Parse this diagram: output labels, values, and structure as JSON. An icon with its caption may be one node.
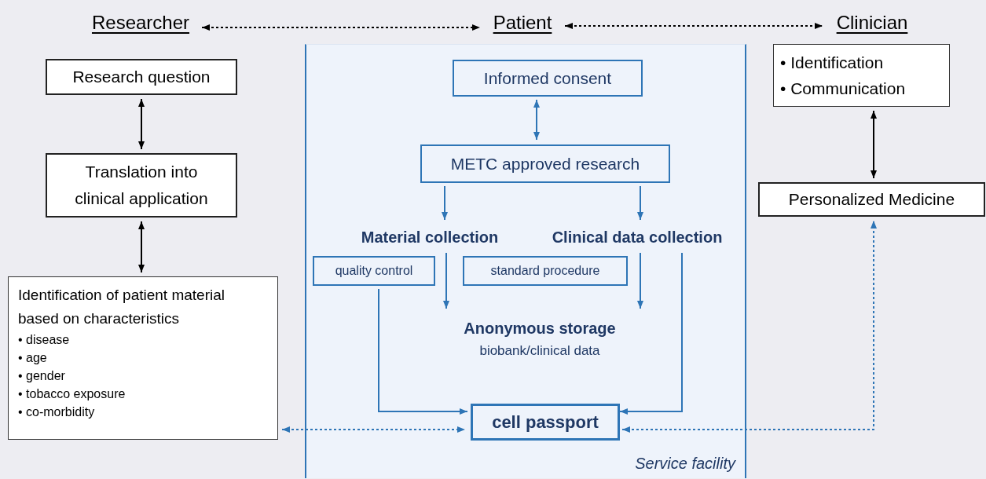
{
  "diagram": {
    "nodes": [
      {
        "text": [
          "Researcher"
        ]
      },
      {
        "text": [
          "Patient"
        ]
      },
      {
        "text": [
          "Clinician"
        ]
      },
      {
        "text": [
          "Research question"
        ]
      },
      {
        "text": [
          "Translation into clinical application"
        ]
      },
      {
        "text": [
          "Identification of patient material based on characteristics",
          "• disease",
          "• age",
          "• gender",
          "• tobacco exposure",
          "• co-morbidity"
        ]
      },
      {
        "text": [
          "Service facility"
        ]
      },
      {
        "text": [
          "Informed consent"
        ],
        "in": 6
      },
      {
        "text": [
          "METC approved research"
        ],
        "in": 6
      },
      {
        "text": [
          "Material collection"
        ],
        "in": 6
      },
      {
        "text": [
          "Clinical data collection"
        ],
        "in": 6
      },
      {
        "text": [
          "quality control"
        ],
        "in": 6
      },
      {
        "text": [
          "standard procedure"
        ],
        "in": 6
      },
      {
        "text": [
          "Anonymous storage",
          "biobank/clinical data"
        ],
        "in": 6
      },
      {
        "text": [
          "cell passport"
        ],
        "in": 6
      },
      {
        "text": [
          "• Identification",
          "• Communication"
        ]
      },
      {
        "text": [
          "Personalized Medicine"
        ]
      }
    ],
    "edges": [
      {
        "from": 0,
        "to": 1,
        "arrow": "both",
        "style": "dashed",
        "color": "#000000"
      },
      {
        "from": 1,
        "to": 2,
        "arrow": "both",
        "style": "dashed",
        "color": "#000000"
      },
      {
        "from": 3,
        "to": 4,
        "arrow": "both",
        "color": "#000000"
      },
      {
        "from": 4,
        "to": 5,
        "arrow": "both",
        "color": "#000000"
      },
      {
        "from": 7,
        "to": 8,
        "arrow": "both"
      },
      {
        "from": 8,
        "to": 9,
        "arrow": "to"
      },
      {
        "from": 8,
        "to": 10,
        "arrow": "to"
      },
      {
        "from": 9,
        "to": 13,
        "arrow": "to"
      },
      {
        "from": 10,
        "to": 13,
        "arrow": "to"
      },
      {
        "from": 11,
        "to": 14,
        "arrow": "to"
      },
      {
        "from": 10,
        "to": 14,
        "arrow": "to"
      },
      {
        "from": 5,
        "to": 14,
        "arrow": "both",
        "style": "dashed"
      },
      {
        "from": 14,
        "to": 16,
        "arrow": "both",
        "style": "dashed"
      },
      {
        "from": 15,
        "to": 16,
        "arrow": "both",
        "color": "#000000"
      }
    ]
  }
}
